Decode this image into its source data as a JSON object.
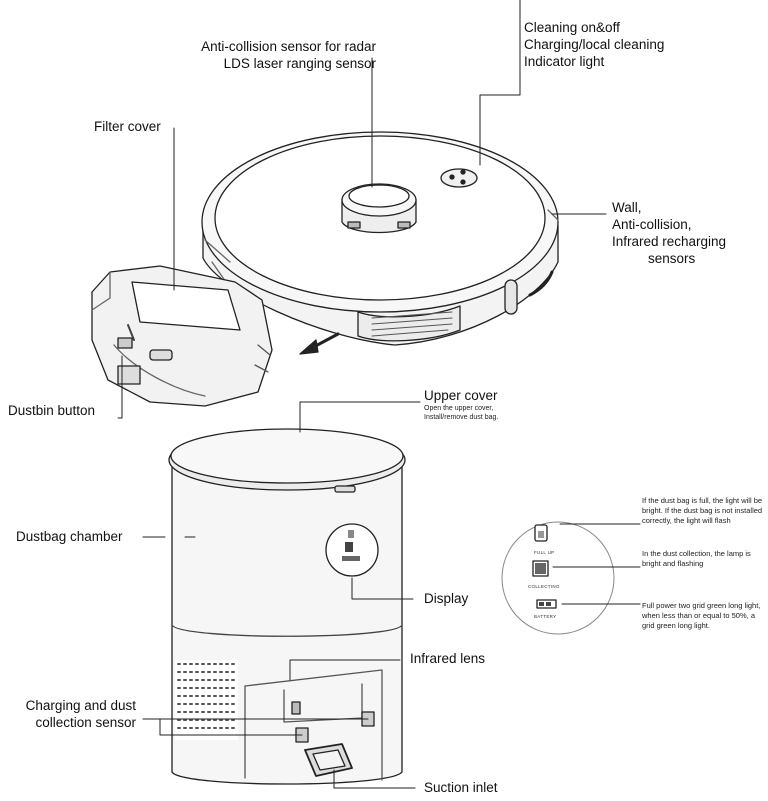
{
  "labels": {
    "indicator": [
      "Cleaning on&off",
      "Charging/local cleaning",
      "Indicator light"
    ],
    "radar": [
      "Anti-collision sensor for radar",
      "LDS laser ranging sensor"
    ],
    "filter_cover": "Filter cover",
    "wall": [
      "Wall,",
      "Anti-collision,",
      "Infrared recharging",
      "sensors"
    ],
    "dustbin_button": "Dustbin button",
    "upper_cover": {
      "title": "Upper cover",
      "desc": [
        "Open the upper cover,",
        "Install/remove dust bag."
      ]
    },
    "dustbag_chamber": "Dustbag chamber",
    "display": "Display",
    "infrared_lens": "Infrared lens",
    "charging_sensor": [
      "Charging and dust",
      "collection sensor"
    ],
    "suction_inlet": "Suction inlet"
  },
  "display_panel": {
    "icons": [
      "FULL UP",
      "COLLECTING",
      "BATTERY"
    ],
    "notes": [
      "If the dust bag is full, the light will be bright. If the dust bag is not installed correctly, the light will flash",
      "In the dust collection, the lamp is bright and flashing",
      "Full power two grid green long light, when less than or equal to 50%, a grid green long light."
    ]
  }
}
